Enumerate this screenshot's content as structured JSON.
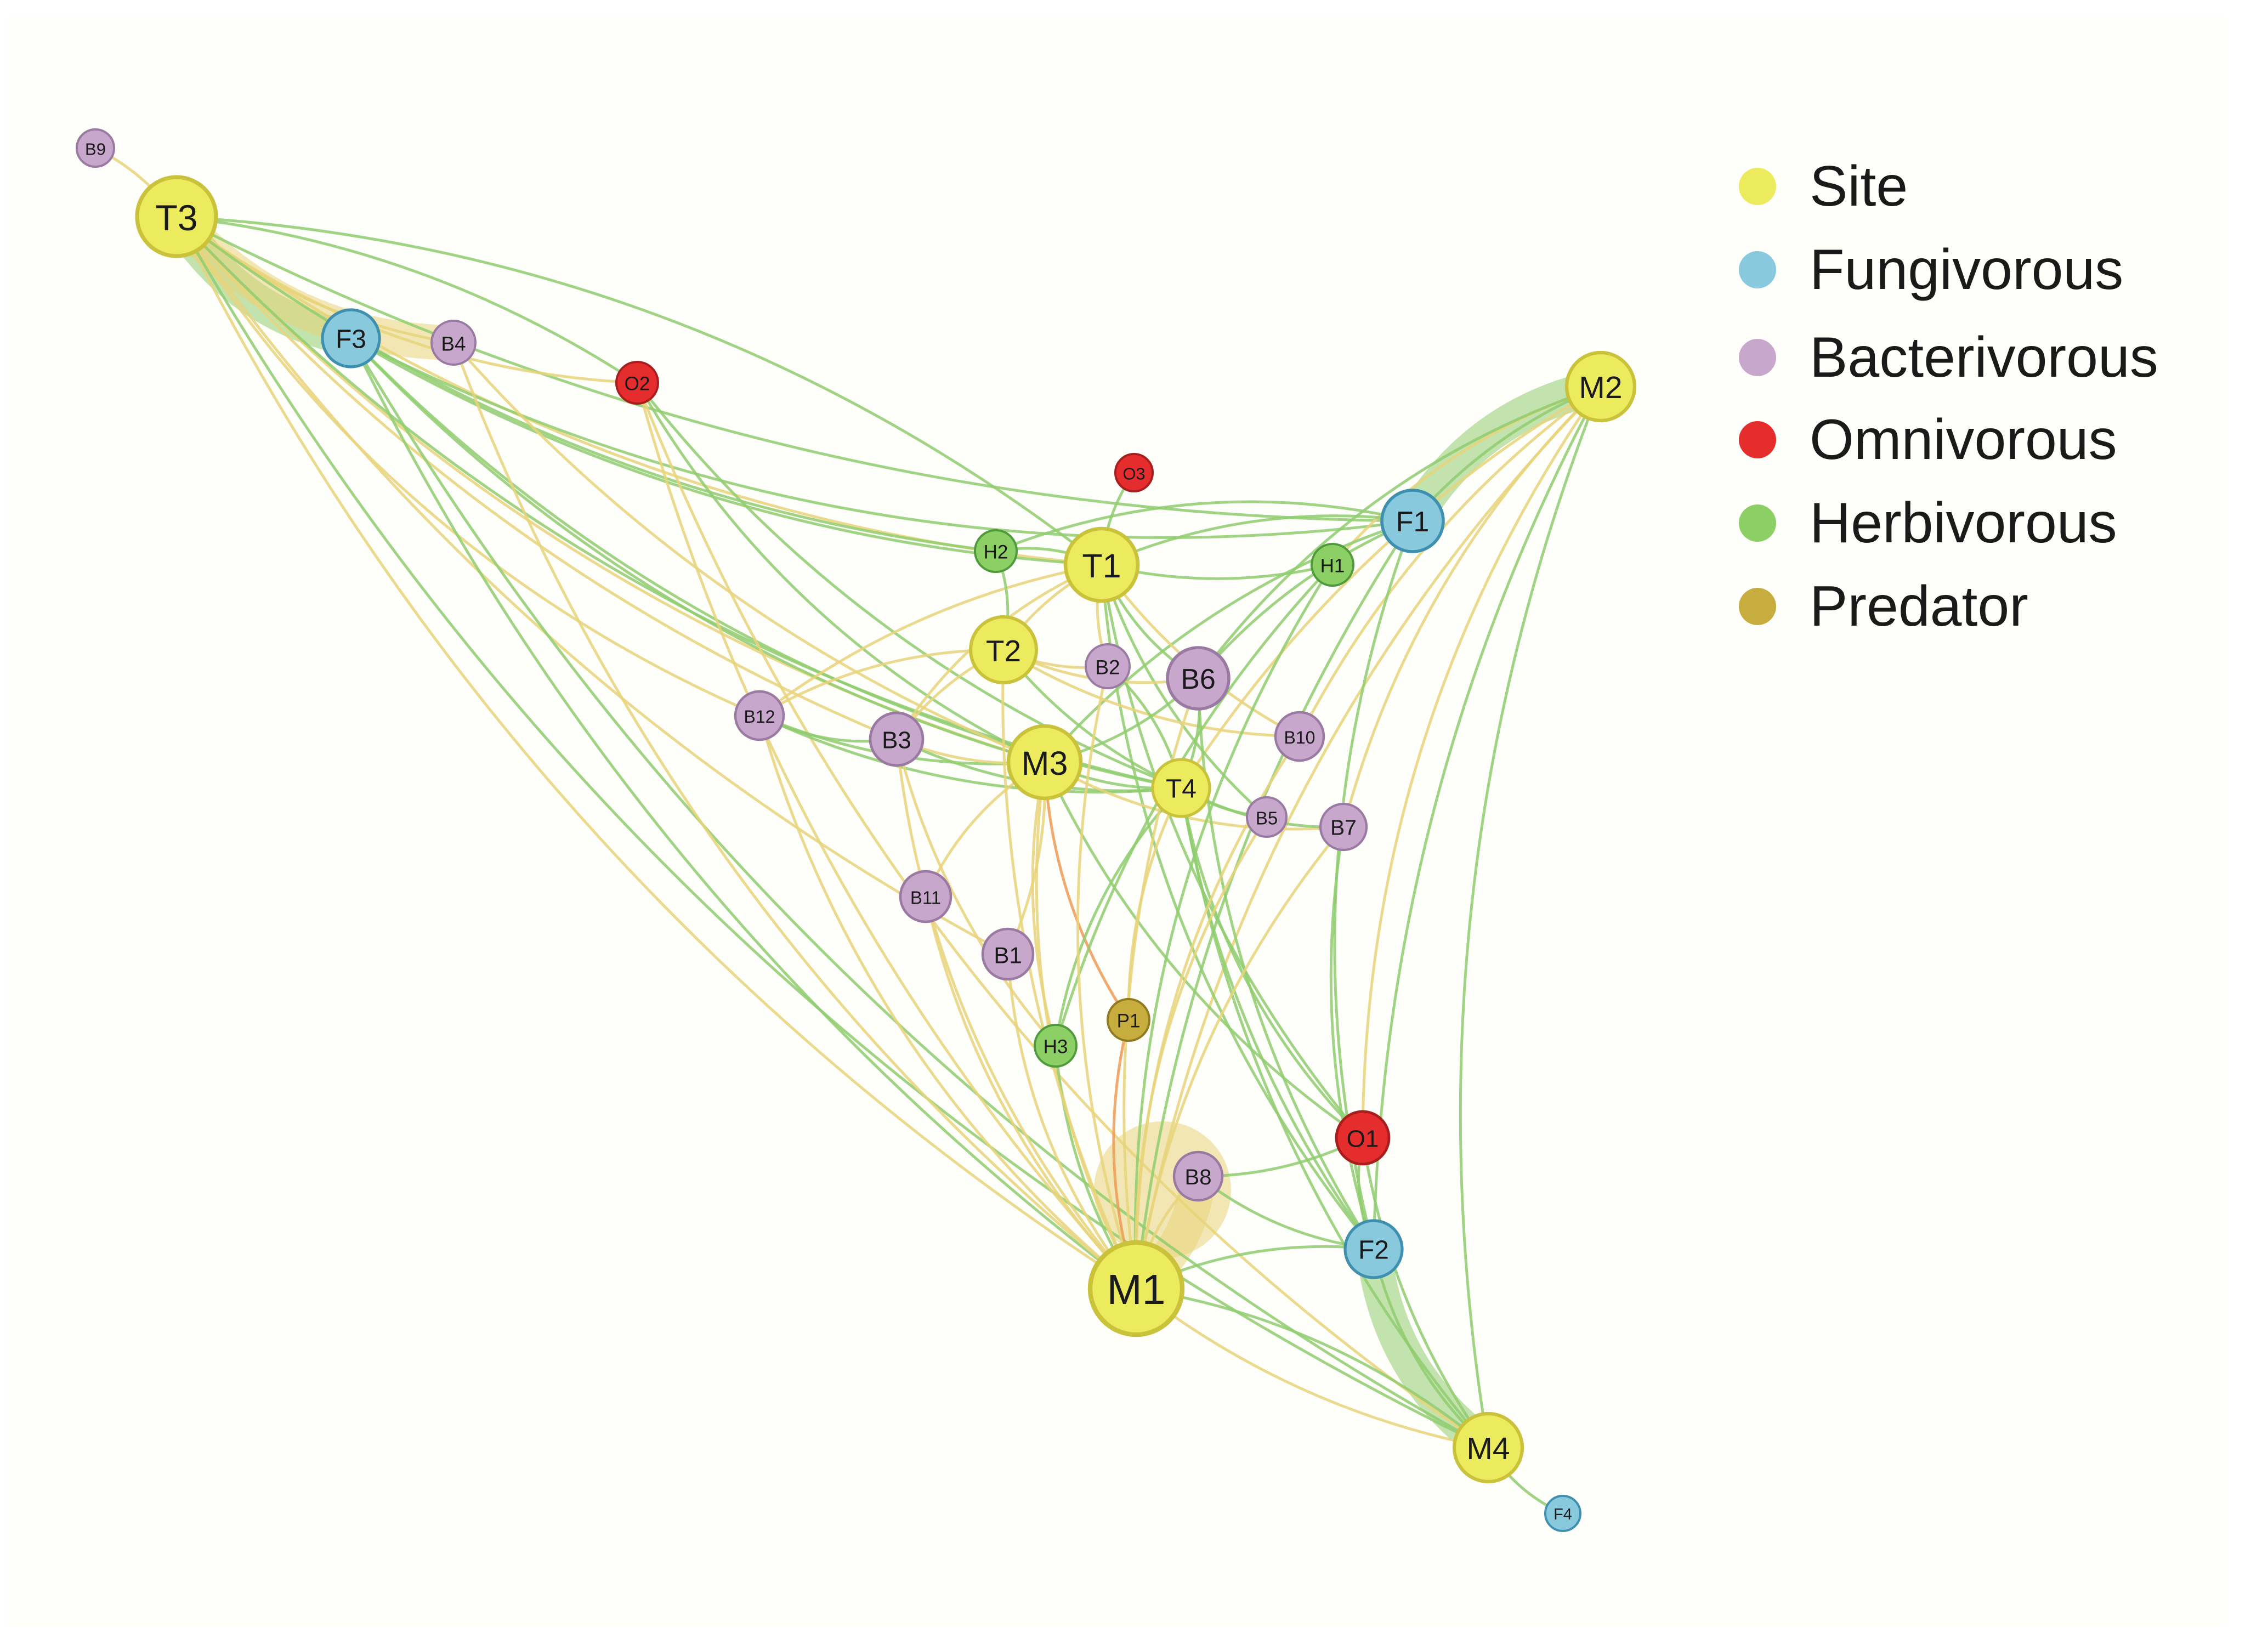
{
  "colors": {
    "Site": "#eceb5e",
    "Fungivorous": "#88c9de",
    "Bacterivorous": "#c7a7cc",
    "Omnivorous": "#e52d2d",
    "Herbivorous": "#8ccf64",
    "Predator": "#c7ad3d"
  },
  "edge_colors": {
    "green": "#8fcc6f",
    "yellow": "#e8d37a",
    "orange": "#ef9a55"
  },
  "legend": [
    {
      "group": "Site",
      "label": "Site"
    },
    {
      "group": "Fungivorous",
      "label": "Fungivorous"
    },
    {
      "group": "Bacterivorous",
      "label": "Bacterivorous"
    },
    {
      "group": "Omnivorous",
      "label": "Omnivorous"
    },
    {
      "group": "Herbivorous",
      "label": "Herbivorous"
    },
    {
      "group": "Predator",
      "label": "Predator"
    }
  ],
  "nodes": [
    {
      "id": "T3",
      "group": "Site"
    },
    {
      "id": "M2",
      "group": "Site"
    },
    {
      "id": "T1",
      "group": "Site"
    },
    {
      "id": "T2",
      "group": "Site"
    },
    {
      "id": "M3",
      "group": "Site"
    },
    {
      "id": "T4",
      "group": "Site"
    },
    {
      "id": "M1",
      "group": "Site"
    },
    {
      "id": "M4",
      "group": "Site"
    },
    {
      "id": "F3",
      "group": "Fungivorous"
    },
    {
      "id": "F1",
      "group": "Fungivorous"
    },
    {
      "id": "F2",
      "group": "Fungivorous"
    },
    {
      "id": "F4",
      "group": "Fungivorous"
    },
    {
      "id": "B9",
      "group": "Bacterivorous"
    },
    {
      "id": "B4",
      "group": "Bacterivorous"
    },
    {
      "id": "B2",
      "group": "Bacterivorous"
    },
    {
      "id": "B6",
      "group": "Bacterivorous"
    },
    {
      "id": "B12",
      "group": "Bacterivorous"
    },
    {
      "id": "B3",
      "group": "Bacterivorous"
    },
    {
      "id": "B10",
      "group": "Bacterivorous"
    },
    {
      "id": "B5",
      "group": "Bacterivorous"
    },
    {
      "id": "B7",
      "group": "Bacterivorous"
    },
    {
      "id": "B11",
      "group": "Bacterivorous"
    },
    {
      "id": "B1",
      "group": "Bacterivorous"
    },
    {
      "id": "B8",
      "group": "Bacterivorous"
    },
    {
      "id": "O2",
      "group": "Omnivorous"
    },
    {
      "id": "O3",
      "group": "Omnivorous"
    },
    {
      "id": "O1",
      "group": "Omnivorous"
    },
    {
      "id": "H2",
      "group": "Herbivorous"
    },
    {
      "id": "H1",
      "group": "Herbivorous"
    },
    {
      "id": "H3",
      "group": "Herbivorous"
    },
    {
      "id": "P1",
      "group": "Predator"
    }
  ],
  "edges": [
    {
      "source": "T3",
      "target": "F1",
      "color": "green"
    },
    {
      "source": "T3",
      "target": "T1",
      "color": "yellow"
    },
    {
      "source": "T3",
      "target": "T1",
      "color": "green"
    },
    {
      "source": "T3",
      "target": "B9",
      "color": "yellow"
    },
    {
      "source": "T3",
      "target": "B4",
      "color": "yellow"
    },
    {
      "source": "T3",
      "target": "O2",
      "color": "yellow"
    },
    {
      "source": "T3",
      "target": "O2",
      "color": "green"
    },
    {
      "source": "T3",
      "target": "H2",
      "color": "green"
    },
    {
      "source": "T3",
      "target": "B12",
      "color": "yellow"
    },
    {
      "source": "T3",
      "target": "B3",
      "color": "yellow"
    },
    {
      "source": "T3",
      "target": "M3",
      "color": "yellow"
    },
    {
      "source": "T3",
      "target": "T4",
      "color": "green"
    },
    {
      "source": "T3",
      "target": "B1",
      "color": "yellow"
    },
    {
      "source": "T3",
      "target": "M1",
      "color": "yellow"
    },
    {
      "source": "T3",
      "target": "M4",
      "color": "green"
    },
    {
      "source": "F3",
      "target": "T1",
      "color": "green"
    },
    {
      "source": "F3",
      "target": "M3",
      "color": "green"
    },
    {
      "source": "F3",
      "target": "T4",
      "color": "green"
    },
    {
      "source": "F3",
      "target": "M1",
      "color": "green"
    },
    {
      "source": "F3",
      "target": "M4",
      "color": "green"
    },
    {
      "source": "F3",
      "target": "F1",
      "color": "green"
    },
    {
      "source": "B4",
      "target": "M3",
      "color": "yellow"
    },
    {
      "source": "B4",
      "target": "M1",
      "color": "yellow"
    },
    {
      "source": "O2",
      "target": "M3",
      "color": "green"
    },
    {
      "source": "O2",
      "target": "M1",
      "color": "yellow"
    },
    {
      "source": "O2",
      "target": "T4",
      "color": "green"
    },
    {
      "source": "O2",
      "target": "M4",
      "color": "yellow"
    },
    {
      "source": "M2",
      "target": "F1",
      "color": "green"
    },
    {
      "source": "M2",
      "target": "H1",
      "color": "yellow"
    },
    {
      "source": "M2",
      "target": "B6",
      "color": "green"
    },
    {
      "source": "M2",
      "target": "B10",
      "color": "yellow"
    },
    {
      "source": "M2",
      "target": "B7",
      "color": "yellow"
    },
    {
      "source": "M2",
      "target": "O1",
      "color": "yellow"
    },
    {
      "source": "M2",
      "target": "F2",
      "color": "green"
    },
    {
      "source": "M2",
      "target": "M4",
      "color": "green"
    },
    {
      "source": "M2",
      "target": "M1",
      "color": "yellow"
    },
    {
      "source": "M2",
      "target": "T4",
      "color": "yellow"
    },
    {
      "source": "F1",
      "target": "T1",
      "color": "green"
    },
    {
      "source": "F1",
      "target": "H2",
      "color": "green"
    },
    {
      "source": "F1",
      "target": "B6",
      "color": "green"
    },
    {
      "source": "F1",
      "target": "M3",
      "color": "green"
    },
    {
      "source": "F1",
      "target": "F2",
      "color": "green"
    },
    {
      "source": "F1",
      "target": "M1",
      "color": "green"
    },
    {
      "source": "O3",
      "target": "T1",
      "color": "green"
    },
    {
      "source": "T1",
      "target": "H2",
      "color": "green"
    },
    {
      "source": "T1",
      "target": "T2",
      "color": "yellow"
    },
    {
      "source": "T1",
      "target": "B2",
      "color": "yellow"
    },
    {
      "source": "T1",
      "target": "B6",
      "color": "green"
    },
    {
      "source": "T1",
      "target": "B10",
      "color": "yellow"
    },
    {
      "source": "T1",
      "target": "B5",
      "color": "green"
    },
    {
      "source": "T1",
      "target": "B3",
      "color": "yellow"
    },
    {
      "source": "T1",
      "target": "B12",
      "color": "yellow"
    },
    {
      "source": "T1",
      "target": "O1",
      "color": "green"
    },
    {
      "source": "T1",
      "target": "F2",
      "color": "green"
    },
    {
      "source": "T1",
      "target": "H1",
      "color": "green"
    },
    {
      "source": "T2",
      "target": "B2",
      "color": "yellow"
    },
    {
      "source": "T2",
      "target": "B6",
      "color": "yellow"
    },
    {
      "source": "T2",
      "target": "B3",
      "color": "yellow"
    },
    {
      "source": "T2",
      "target": "B12",
      "color": "yellow"
    },
    {
      "source": "T2",
      "target": "H2",
      "color": "green"
    },
    {
      "source": "T2",
      "target": "T4",
      "color": "green"
    },
    {
      "source": "T2",
      "target": "B10",
      "color": "yellow"
    },
    {
      "source": "B12",
      "target": "B3",
      "color": "green"
    },
    {
      "source": "B12",
      "target": "M3",
      "color": "green"
    },
    {
      "source": "B12",
      "target": "T4",
      "color": "green"
    },
    {
      "source": "B12",
      "target": "M1",
      "color": "yellow"
    },
    {
      "source": "B3",
      "target": "M3",
      "color": "yellow"
    },
    {
      "source": "B3",
      "target": "T4",
      "color": "green"
    },
    {
      "source": "B3",
      "target": "M1",
      "color": "yellow"
    },
    {
      "source": "B3",
      "target": "H3",
      "color": "yellow"
    },
    {
      "source": "M3",
      "target": "P1",
      "color": "orange"
    },
    {
      "source": "M3",
      "target": "B11",
      "color": "yellow"
    },
    {
      "source": "M3",
      "target": "H3",
      "color": "yellow"
    },
    {
      "source": "M3",
      "target": "B6",
      "color": "green"
    },
    {
      "source": "M3",
      "target": "B7",
      "color": "yellow"
    },
    {
      "source": "M3",
      "target": "T4",
      "color": "green"
    },
    {
      "source": "M3",
      "target": "O1",
      "color": "green"
    },
    {
      "source": "M3",
      "target": "M1",
      "color": "yellow"
    },
    {
      "source": "T4",
      "target": "B5",
      "color": "green"
    },
    {
      "source": "T4",
      "target": "B7",
      "color": "green"
    },
    {
      "source": "T4",
      "target": "O1",
      "color": "green"
    },
    {
      "source": "T4",
      "target": "F2",
      "color": "green"
    },
    {
      "source": "T4",
      "target": "M4",
      "color": "green"
    },
    {
      "source": "T4",
      "target": "H3",
      "color": "green"
    },
    {
      "source": "T4",
      "target": "P1",
      "color": "yellow"
    },
    {
      "source": "T4",
      "target": "B6",
      "color": "green"
    },
    {
      "source": "T4",
      "target": "B2",
      "color": "green"
    },
    {
      "source": "B6",
      "target": "M1",
      "color": "yellow"
    },
    {
      "source": "B6",
      "target": "F2",
      "color": "green"
    },
    {
      "source": "B10",
      "target": "M1",
      "color": "yellow"
    },
    {
      "source": "B7",
      "target": "F2",
      "color": "green"
    },
    {
      "source": "B7",
      "target": "M1",
      "color": "yellow"
    },
    {
      "source": "H1",
      "target": "M1",
      "color": "green"
    },
    {
      "source": "H1",
      "target": "H3",
      "color": "green"
    },
    {
      "source": "B11",
      "target": "M1",
      "color": "yellow"
    },
    {
      "source": "B1",
      "target": "M1",
      "color": "yellow"
    },
    {
      "source": "H3",
      "target": "M1",
      "color": "green"
    },
    {
      "source": "P1",
      "target": "M1",
      "color": "orange"
    },
    {
      "source": "B8",
      "target": "M1",
      "color": "yellow"
    },
    {
      "source": "B8",
      "target": "O1",
      "color": "green"
    },
    {
      "source": "B8",
      "target": "F2",
      "color": "green"
    },
    {
      "source": "O1",
      "target": "F2",
      "color": "green"
    },
    {
      "source": "O1",
      "target": "M4",
      "color": "green"
    },
    {
      "source": "F2",
      "target": "M1",
      "color": "green"
    },
    {
      "source": "F2",
      "target": "M4",
      "color": "green"
    },
    {
      "source": "M1",
      "target": "M4",
      "color": "yellow"
    },
    {
      "source": "M1",
      "target": "M4",
      "color": "green"
    },
    {
      "source": "M4",
      "target": "F4",
      "color": "green"
    },
    {
      "source": "B1",
      "target": "M3",
      "color": "yellow"
    },
    {
      "source": "B2",
      "target": "M1",
      "color": "yellow"
    },
    {
      "source": "B5",
      "target": "M1",
      "color": "yellow"
    },
    {
      "source": "T2",
      "target": "M1",
      "color": "yellow"
    }
  ],
  "strong_links": [
    {
      "source": "T3",
      "target": "F3",
      "color": "green"
    },
    {
      "source": "T3",
      "target": "B4",
      "color": "yellow"
    },
    {
      "source": "M2",
      "target": "F1",
      "color": "green"
    },
    {
      "source": "F2",
      "target": "M4",
      "color": "green"
    },
    {
      "source": "M1",
      "target": "B8",
      "color": "yellow"
    }
  ]
}
